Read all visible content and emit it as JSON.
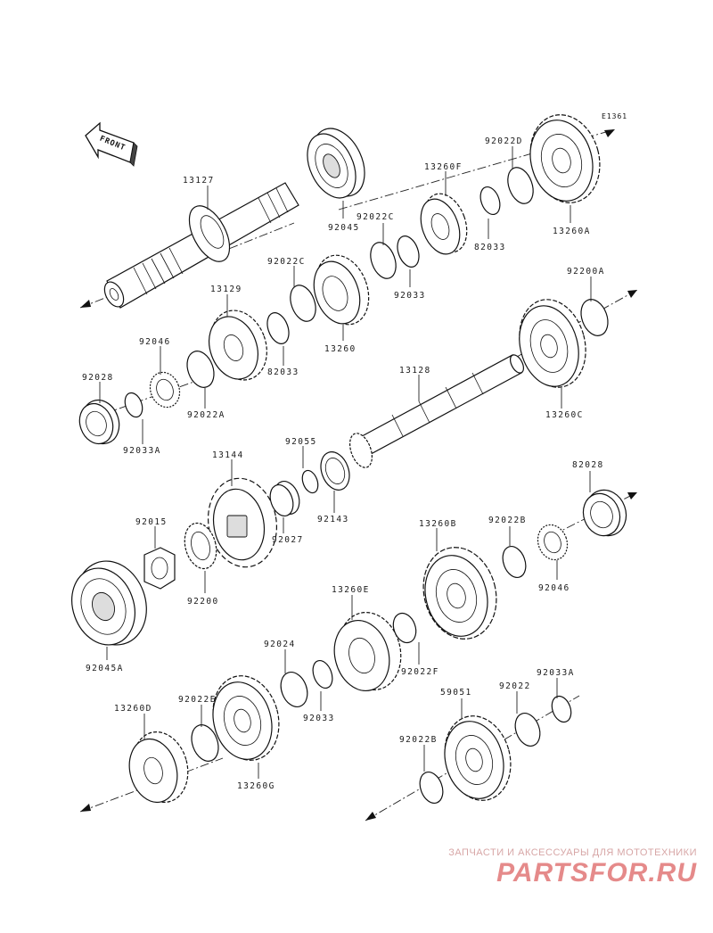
{
  "diagram": {
    "ref_code": "E1361",
    "front_label": "FRONT",
    "parts": [
      {
        "id": "13127",
        "label": "13127"
      },
      {
        "id": "92045",
        "label": "92045"
      },
      {
        "id": "92022C_a",
        "label": "92022C"
      },
      {
        "id": "13260F",
        "label": "13260F"
      },
      {
        "id": "92022D",
        "label": "92022D"
      },
      {
        "id": "13260A",
        "label": "13260A"
      },
      {
        "id": "82033_a",
        "label": "82033"
      },
      {
        "id": "92033_a",
        "label": "92033"
      },
      {
        "id": "92022C_b",
        "label": "92022C"
      },
      {
        "id": "13129",
        "label": "13129"
      },
      {
        "id": "82033_b",
        "label": "82033"
      },
      {
        "id": "13260",
        "label": "13260"
      },
      {
        "id": "92200A",
        "label": "92200A"
      },
      {
        "id": "92046_a",
        "label": "92046"
      },
      {
        "id": "92028",
        "label": "92028"
      },
      {
        "id": "92022A",
        "label": "92022A"
      },
      {
        "id": "92033A_a",
        "label": "92033A"
      },
      {
        "id": "13128",
        "label": "13128"
      },
      {
        "id": "13260C",
        "label": "13260C"
      },
      {
        "id": "92055",
        "label": "92055"
      },
      {
        "id": "13144",
        "label": "13144"
      },
      {
        "id": "92143",
        "label": "92143"
      },
      {
        "id": "92027",
        "label": "92027"
      },
      {
        "id": "82028",
        "label": "82028"
      },
      {
        "id": "92015",
        "label": "92015"
      },
      {
        "id": "13260B",
        "label": "13260B"
      },
      {
        "id": "92022B_a",
        "label": "92022B"
      },
      {
        "id": "92200",
        "label": "92200"
      },
      {
        "id": "92046_b",
        "label": "92046"
      },
      {
        "id": "13260E",
        "label": "13260E"
      },
      {
        "id": "92045A",
        "label": "92045A"
      },
      {
        "id": "92022F",
        "label": "92022F"
      },
      {
        "id": "92024",
        "label": "92024"
      },
      {
        "id": "59051",
        "label": "59051"
      },
      {
        "id": "92033A_b",
        "label": "92033A"
      },
      {
        "id": "92022E",
        "label": "92022E"
      },
      {
        "id": "92022",
        "label": "92022"
      },
      {
        "id": "13260D",
        "label": "13260D"
      },
      {
        "id": "92033_b",
        "label": "92033"
      },
      {
        "id": "92022B_b",
        "label": "92022B"
      },
      {
        "id": "13260G",
        "label": "13260G"
      }
    ]
  },
  "watermark": {
    "caption": "ЗАПЧАСТИ И АКСЕССУАРЫ ДЛЯ МОТОТЕХНИКИ",
    "brand": "PARTSFOR.RU"
  }
}
